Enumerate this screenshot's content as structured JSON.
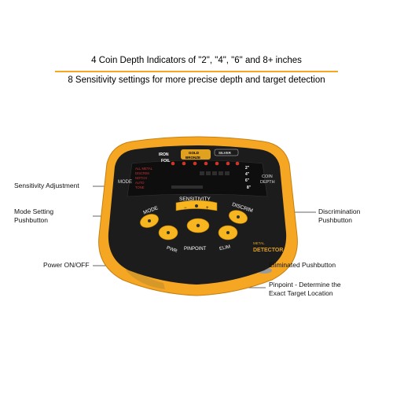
{
  "banner": {
    "line1": "4 Coin Depth Indicators of \"2\", \"4\", \"6\" and 8+ inches",
    "line2": "8 Sensitivity settings for more precise depth and target detection"
  },
  "device": {
    "screen": {
      "iron_label": "IRON",
      "foil_label": "FOIL",
      "gold_label": "GOLD",
      "bronze_label": "BRONZE",
      "silver_label": "SILVER",
      "mode_label": "MODE",
      "coin_depth_label": "COIN\nDEPTH",
      "coin_label": "COIN",
      "depth_label": "DEPTH",
      "depth_marks": [
        "2\"",
        "4\"",
        "6\"",
        "8\""
      ],
      "mode_rows": [
        "ALL METAL",
        "DISCRIM",
        "NOTCH",
        "AUTO",
        "TONE"
      ]
    },
    "buttons": {
      "sensitivity_label": "SENSITIVITY",
      "mode_label": "MODE",
      "discrim_label": "DISCRIM",
      "pwr_label": "PWR",
      "pinpoint_label": "PINPOINT",
      "elim_label": "ELIM"
    },
    "brand": {
      "small": "METAL",
      "large": "DETECTOR"
    },
    "colors": {
      "body": "#f5a623",
      "panel": "#1c1c1c",
      "screen": "#0e0e0e",
      "button": "#f7b51f",
      "accent_red": "#d0352a"
    }
  },
  "callouts": {
    "sensitivity": "Sensitivity Adjustment",
    "mode_line1": "Mode Setting",
    "mode_line2": "Pushbutton",
    "power": "Power ON/OFF",
    "discrim_line1": "Discrimination",
    "discrim_line2": "Pushbutton",
    "eliminated": "Eliminated Pushbutton",
    "pinpoint_line1": "Pinpoint - Determine the",
    "pinpoint_line2": "Exact Target Location"
  }
}
